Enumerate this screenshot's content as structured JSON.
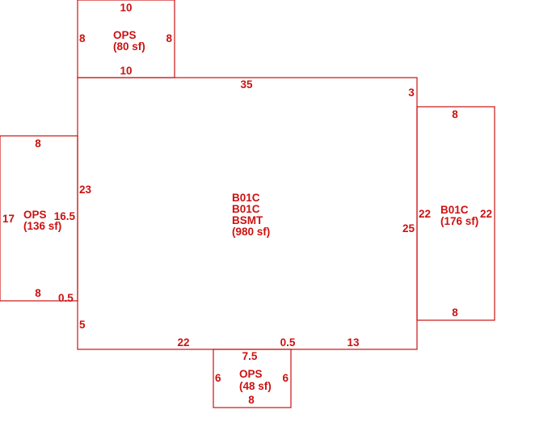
{
  "colors": {
    "line": "#cc1111",
    "background": "#ffffff"
  },
  "areas": {
    "ops_top": {
      "code": "OPS",
      "area": "(80 sf)"
    },
    "main": {
      "line1": "B01C",
      "line2": "B01C",
      "line3": "BSMT",
      "area": "(980 sf)"
    },
    "ops_left": {
      "code": "OPS",
      "area": "(136 sf)"
    },
    "b01c_right": {
      "code": "B01C",
      "area": "(176 sf)"
    },
    "ops_bottom": {
      "code": "OPS",
      "area": "(48 sf)"
    }
  },
  "dimensions": {
    "ops_top": {
      "top": "10",
      "bottom": "10",
      "left": "8",
      "right": "8"
    },
    "main": {
      "top": "35",
      "top_right": "3",
      "left_upper": "23",
      "left_mid": "0.5",
      "left_lower": "5",
      "right": "25",
      "bottom_left": "22",
      "bottom_mid": "0.5",
      "bottom_right": "13"
    },
    "ops_left": {
      "top": "8",
      "bottom": "8",
      "left": "17",
      "right": "16.5"
    },
    "b01c_right": {
      "top": "8",
      "bottom": "8",
      "left": "22",
      "right": "22"
    },
    "ops_bottom": {
      "top": "7.5",
      "bottom": "8",
      "left": "6",
      "right": "6"
    }
  }
}
